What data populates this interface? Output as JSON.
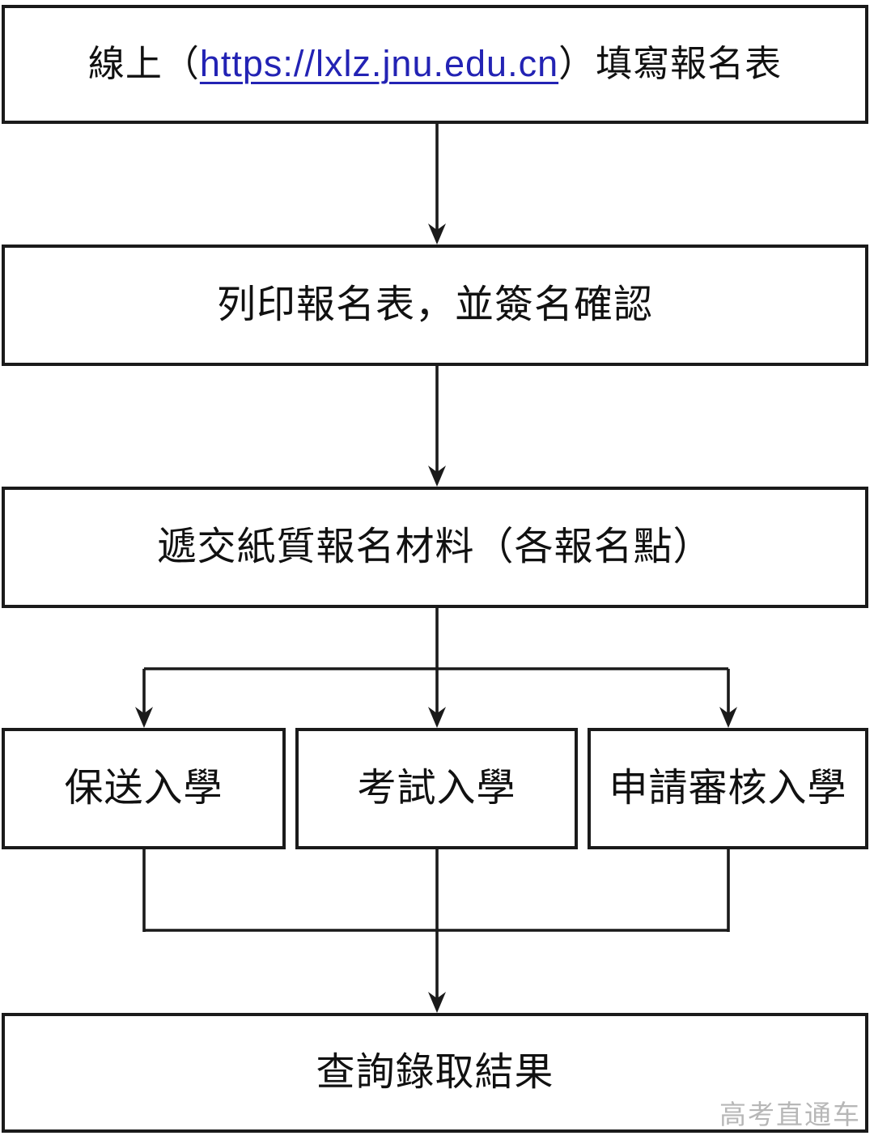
{
  "diagram": {
    "title": "University admission registration flowchart",
    "language": "Traditional Chinese"
  },
  "colors": {
    "background": "#ffffff",
    "box_border": "#1a1a1a",
    "text": "#111111",
    "connector": "#1a1a1a",
    "link_blue": "#2323b4",
    "watermark_gray": "#b7b7b7"
  },
  "nodes": {
    "online_form": {
      "prefix": "線上（",
      "url": "https://lxlz.jnu.edu.cn",
      "suffix": "）填寫報名表"
    },
    "print_form": {
      "label": "列印報名表，並簽名確認"
    },
    "submit_materials": {
      "label": "遞交紙質報名材料（各報名點）"
    },
    "recommended": {
      "label": "保送入學"
    },
    "exam": {
      "label": "考試入學"
    },
    "application_review": {
      "label": "申請審核入學"
    },
    "query_result": {
      "label": "查詢錄取結果"
    }
  },
  "edges": [
    {
      "from": "online_form",
      "to": "print_form"
    },
    {
      "from": "print_form",
      "to": "submit_materials"
    },
    {
      "from": "submit_materials",
      "to": "recommended"
    },
    {
      "from": "submit_materials",
      "to": "exam"
    },
    {
      "from": "submit_materials",
      "to": "application_review"
    },
    {
      "from": "recommended",
      "to": "query_result"
    },
    {
      "from": "exam",
      "to": "query_result"
    },
    {
      "from": "application_review",
      "to": "query_result"
    }
  ],
  "watermark": {
    "text": "高考直通车"
  }
}
